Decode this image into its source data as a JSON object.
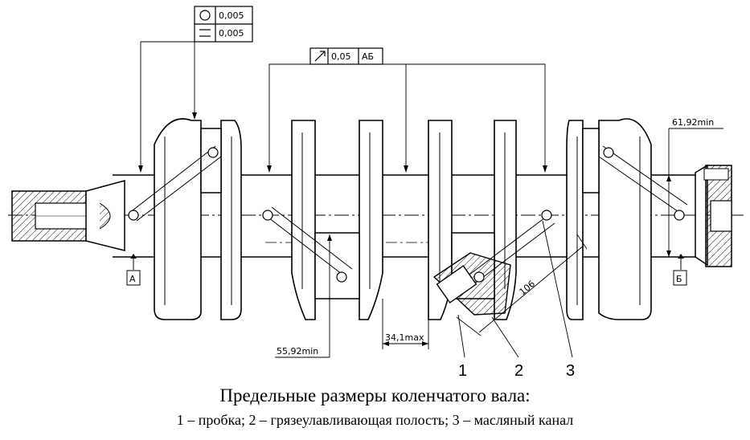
{
  "tolerances": {
    "circularity": "0,005",
    "straightness": "0,005",
    "runout_value": "0,05",
    "runout_datum": "АБ"
  },
  "datums": {
    "a": "А",
    "b": "Б"
  },
  "dimensions": {
    "d_main": "61,92min",
    "d_pin": "55,92min",
    "width": "34,1max",
    "length": "106"
  },
  "callouts": [
    "1",
    "2",
    "3"
  ],
  "caption": {
    "title": "Предельные размеры коленчатого вала:",
    "legend": "1 – пробка; 2 – грязеулавливающая полость; 3 – масляный канал"
  }
}
